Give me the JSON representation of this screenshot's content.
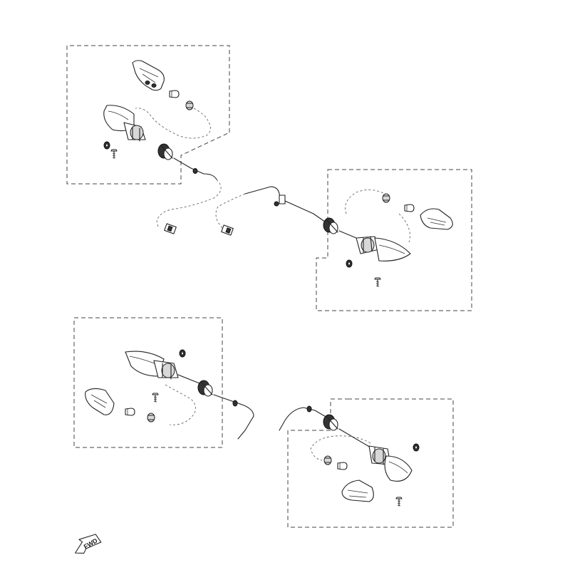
{
  "diagram": {
    "direction_label": "FWD",
    "colors": {
      "line": "#222222",
      "background": "#ffffff",
      "shade": "#d8d8d8"
    },
    "assemblies": [
      {
        "position": "front-left"
      },
      {
        "position": "front-right"
      },
      {
        "position": "rear-left"
      },
      {
        "position": "rear-right"
      }
    ]
  }
}
